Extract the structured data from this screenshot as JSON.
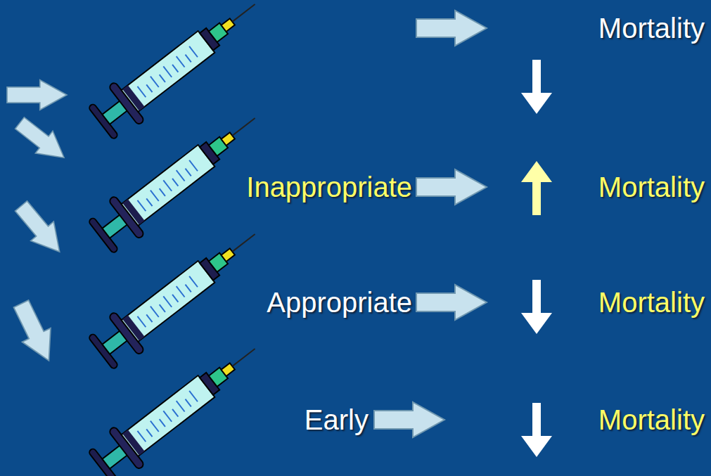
{
  "diagram": {
    "labels": [
      "Mortality",
      "Inappropriate",
      "Mortality",
      "Appropriate",
      "Mortality",
      "Early",
      "Mortality"
    ]
  }
}
